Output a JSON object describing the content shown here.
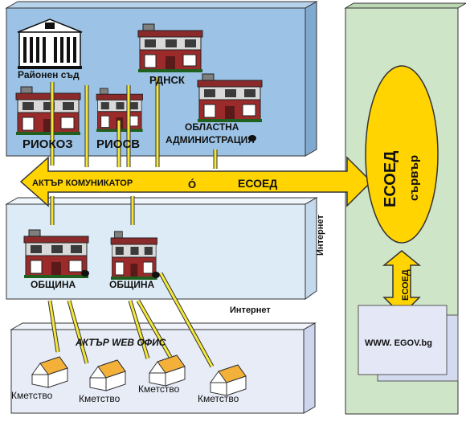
{
  "labels": {
    "rayonen_sad": "Районен съд",
    "rdnsk": "РДНСК",
    "riokoz": "РИОКОЗ",
    "riosv": "РИОСВ",
    "oblastna1": "ОБЛАСТНА",
    "oblastna2": "АДМИНИСТРАЦИЯ",
    "akter_komunikator": "АКТЪР КОМУНИКАТОР",
    "o_mark": "Ó",
    "esoed_arrow": "ЕСОЕД",
    "internet_vertical": "Интернет",
    "internet_horizontal": "Интернет",
    "obshtina_left": "ОБЩИНА",
    "obshtina_right": "ОБЩИНА",
    "akter_web_ofis": "АКТЪР WEB ОФИС",
    "kmetstvo_1": "Кметство",
    "kmetstvo_2": "Кметство",
    "kmetstvo_3": "Кметство",
    "kmetstvo_4": "Кметство",
    "esoed_server_1": "ЕСОЕД",
    "esoed_server_2": "сървър",
    "esoed_vertical": "ЕСОЕД",
    "egov": "WWW. EGOV.bg"
  },
  "colors": {
    "top_panel": "#9cc3e6",
    "middle_panel": "#dcebf6",
    "bottom_panel": "#e7ecf7",
    "right_panel": "#cfe5c8",
    "arrow_fill": "#ffd400",
    "server_ellipse": "#ffd400",
    "egov_box": "#e3e7f6",
    "building_red": "#9b2a2a",
    "roof": "#e9a23b",
    "connector": "#f5e83a"
  }
}
